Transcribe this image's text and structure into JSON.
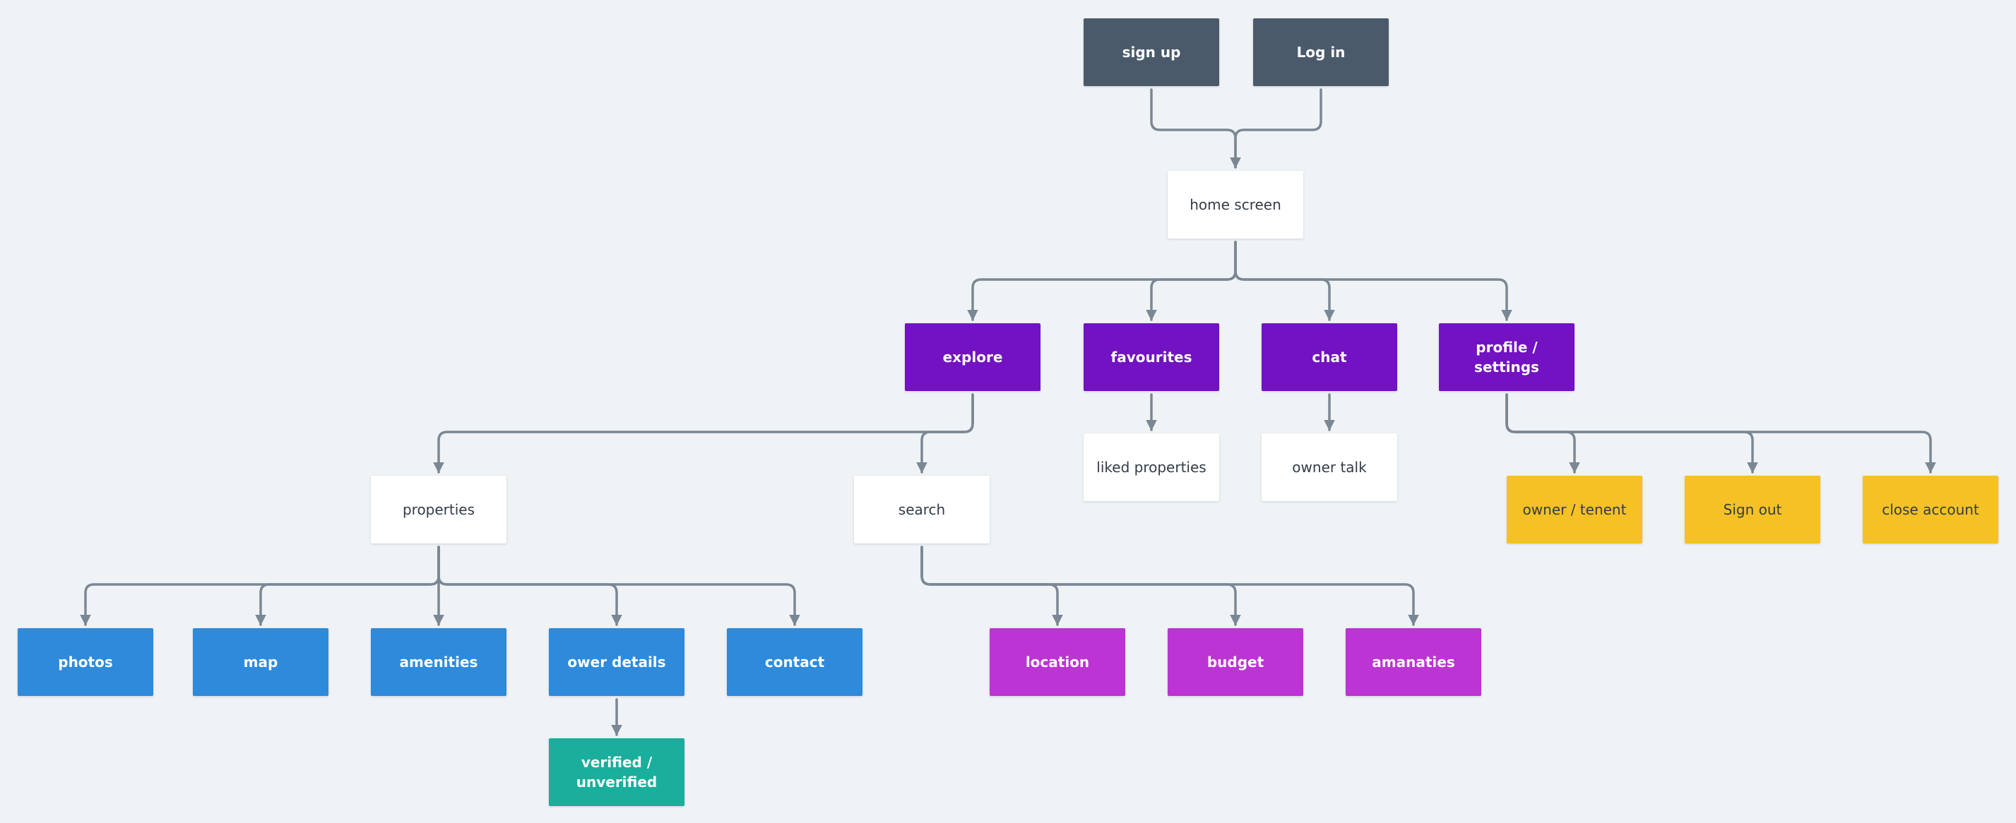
{
  "colors": {
    "background": "#f0f3f6",
    "edge": "#7a8894",
    "auth": "#4a5a6b",
    "neutral": "#ffffff",
    "main_section": "#7212c2",
    "property_detail": "#2e8adb",
    "search_filter": "#bc34d3",
    "account_action": "#f6c124",
    "verification": "#1aae9c"
  },
  "nodes": {
    "sign_up": "sign up",
    "log_in": "Log in",
    "home_screen": "home screen",
    "explore": "explore",
    "favourites": "favourites",
    "chat": "chat",
    "profile_settings": "profile / settings",
    "liked_properties": "liked properties",
    "owner_talk": "owner talk",
    "properties": "properties",
    "search": "search",
    "owner_tenent": "owner / tenent",
    "sign_out": "Sign out",
    "close_account": "close account",
    "photos": "photos",
    "map": "map",
    "amenities": "amenities",
    "ower_details": "ower details",
    "contact": "contact",
    "location": "location",
    "budget": "budget",
    "amanaties": "amanaties",
    "verified_unverified": "verified / unverified"
  },
  "edges": [
    [
      "sign_up",
      "home_screen"
    ],
    [
      "log_in",
      "home_screen"
    ],
    [
      "home_screen",
      "explore"
    ],
    [
      "home_screen",
      "favourites"
    ],
    [
      "home_screen",
      "chat"
    ],
    [
      "home_screen",
      "profile_settings"
    ],
    [
      "favourites",
      "liked_properties"
    ],
    [
      "chat",
      "owner_talk"
    ],
    [
      "explore",
      "properties"
    ],
    [
      "explore",
      "search"
    ],
    [
      "profile_settings",
      "owner_tenent"
    ],
    [
      "profile_settings",
      "sign_out"
    ],
    [
      "profile_settings",
      "close_account"
    ],
    [
      "properties",
      "photos"
    ],
    [
      "properties",
      "map"
    ],
    [
      "properties",
      "amenities"
    ],
    [
      "properties",
      "ower_details"
    ],
    [
      "properties",
      "contact"
    ],
    [
      "search",
      "location"
    ],
    [
      "search",
      "budget"
    ],
    [
      "search",
      "amanaties"
    ],
    [
      "ower_details",
      "verified_unverified"
    ]
  ]
}
